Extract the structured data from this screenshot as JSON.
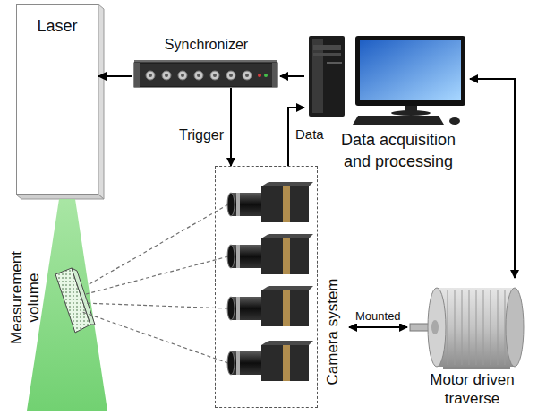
{
  "diagram": {
    "nodes": [
      {
        "text": [
          "Laser"
        ]
      },
      {
        "text": [
          "Synchronizer"
        ]
      },
      {
        "text": [
          "Data acquisition and processing"
        ]
      },
      {
        "text": [
          "Measurement volume"
        ]
      },
      {
        "text": [
          "Camera system"
        ]
      },
      {
        "text": [
          "Motor driven traverse"
        ]
      }
    ],
    "edges": [
      {
        "from": 1,
        "to": 0,
        "arrow": "to"
      },
      {
        "from": 2,
        "to": 1,
        "arrow": "to"
      },
      {
        "from": 1,
        "to": 4,
        "label": "Trigger",
        "arrow": "to"
      },
      {
        "from": 4,
        "to": 2,
        "label": "Data",
        "arrow": "to"
      },
      {
        "from": 2,
        "to": 5,
        "arrow": "both"
      },
      {
        "from": 4,
        "to": 5,
        "label": "Mounted",
        "arrow": "both"
      }
    ]
  }
}
